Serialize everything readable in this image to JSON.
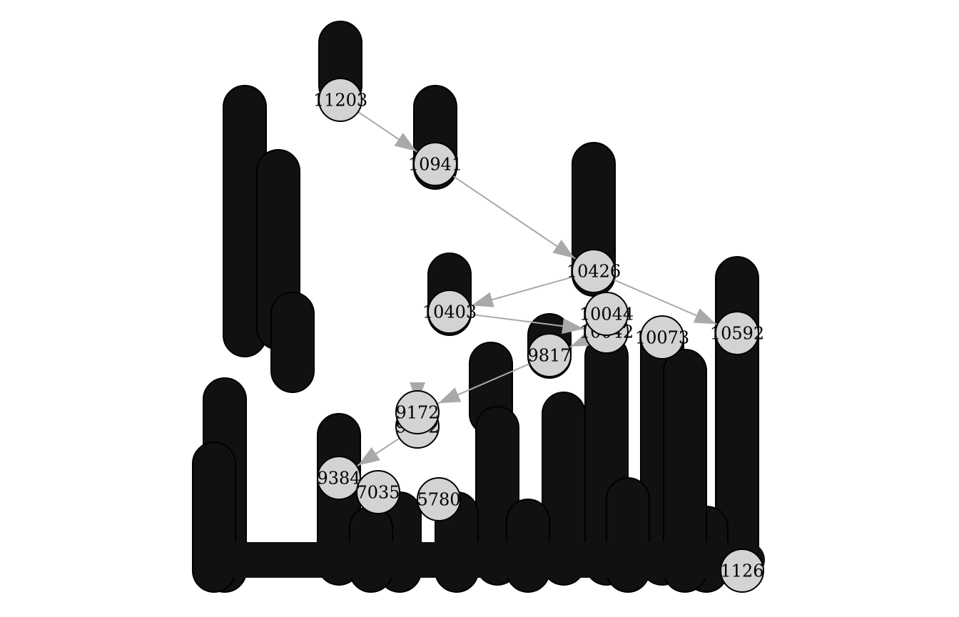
{
  "diagram": {
    "type": "tree",
    "colors": {
      "node_fill": "#d3d3d3",
      "node_stroke": "#000000",
      "edge": "#a9a9a9",
      "background": "#ffffff"
    },
    "nodes": [
      {
        "id": "n1",
        "label": "11203"
      },
      {
        "id": "n2",
        "label": "10941"
      },
      {
        "id": "n3",
        "label": "10426"
      },
      {
        "id": "n4",
        "label": "10403"
      },
      {
        "id": "n5",
        "label": "10042"
      },
      {
        "id": "n6",
        "label": "9817"
      },
      {
        "id": "n7",
        "label": "10073"
      },
      {
        "id": "n8",
        "label": "9992"
      },
      {
        "id": "n9",
        "label": "9172"
      },
      {
        "id": "n10",
        "label": "9384"
      },
      {
        "id": "n11",
        "label": "7035"
      },
      {
        "id": "n12",
        "label": "5780"
      },
      {
        "id": "n13",
        "label": "10592"
      },
      {
        "id": "n14",
        "label": "10044"
      },
      {
        "id": "n15",
        "label": "1126"
      }
    ],
    "edges": [
      {
        "from": "n1",
        "to": "n2"
      },
      {
        "from": "n2",
        "to": "n3"
      },
      {
        "from": "n3",
        "to": "n4"
      },
      {
        "from": "n3",
        "to": "n13"
      },
      {
        "from": "n4",
        "to": "n5"
      },
      {
        "from": "n5",
        "to": "n6"
      },
      {
        "from": "n6",
        "to": "n9"
      },
      {
        "from": "n9",
        "to": "n8"
      },
      {
        "from": "n8",
        "to": "n10"
      }
    ]
  }
}
